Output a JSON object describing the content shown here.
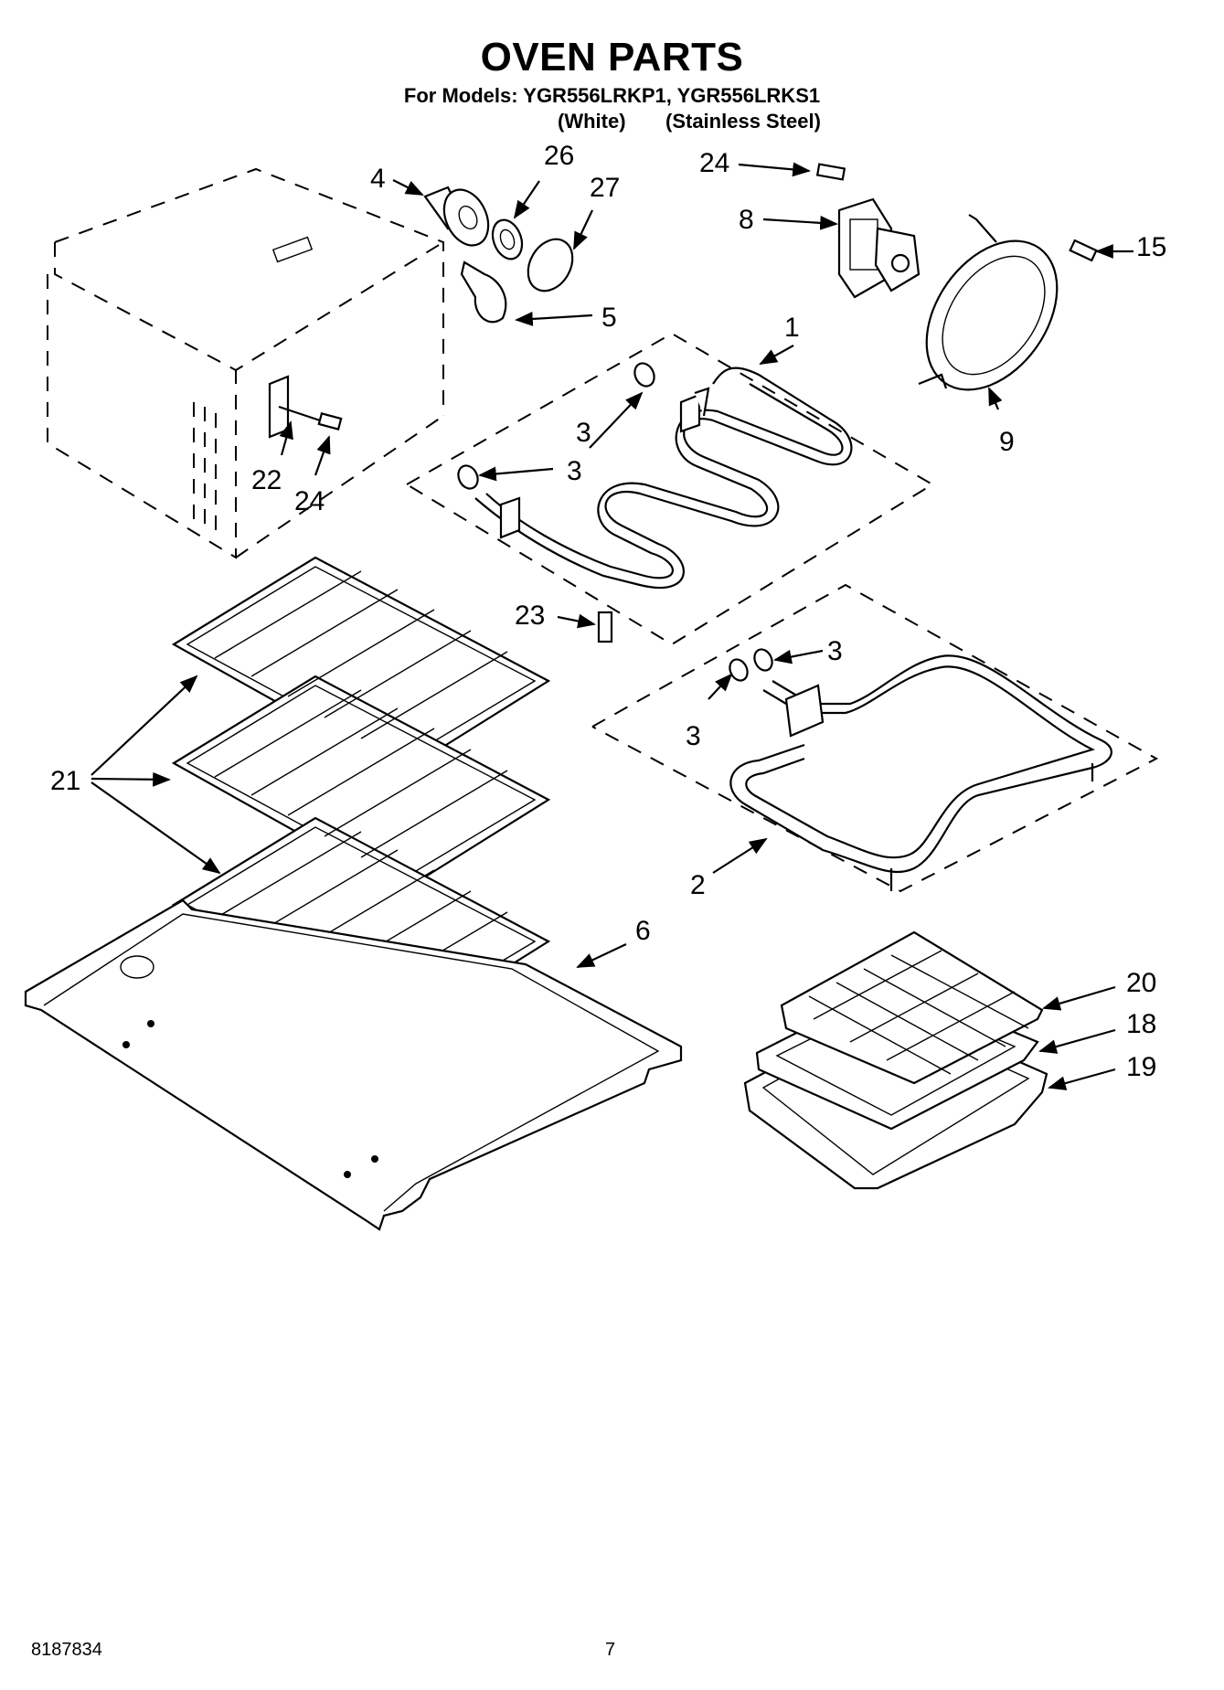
{
  "header": {
    "title": "OVEN PARTS",
    "models_line": "For Models: YGR556LRKP1, YGR556LRKS1",
    "variant_white": "(White)",
    "variant_stainless": "(Stainless Steel)"
  },
  "callouts": [
    "1",
    "2",
    "3",
    "3",
    "3",
    "3",
    "4",
    "5",
    "6",
    "8",
    "9",
    "15",
    "18",
    "19",
    "20",
    "21",
    "22",
    "23",
    "24",
    "24",
    "26",
    "27"
  ],
  "footer": {
    "doc_number": "8187834",
    "page_number": "7"
  }
}
